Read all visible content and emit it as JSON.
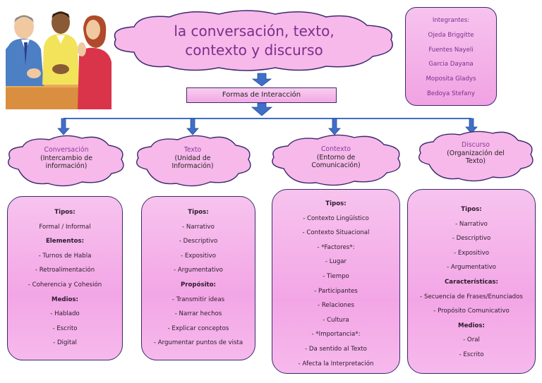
{
  "title": "la conversación, texto,\ncontexto y discurso",
  "title_lines": [
    "la conversación, texto,",
    "contexto y discurso"
  ],
  "formas": "Formas de Interacción",
  "members": {
    "heading": "Integrantes:",
    "names": [
      "Ojeda Briggitte",
      "Fuentes Nayeli",
      "Garcia Dayana",
      "Moposita Gladys",
      "Bedoya Stefany"
    ]
  },
  "nodes": [
    {
      "name": "Conversación",
      "desc": [
        "(Intercambio de",
        "información)"
      ],
      "lines": [
        {
          "t": "Tipos:",
          "h": true
        },
        {
          "t": "Formal / Informal"
        },
        {
          "t": "Elementos:",
          "h": true
        },
        {
          "t": "- Turnos de Habla"
        },
        {
          "t": "- Retroalimentación"
        },
        {
          "t": "- Coherencia y Cohesión"
        },
        {
          "t": "Medios:",
          "h": true
        },
        {
          "t": "- Hablado"
        },
        {
          "t": "- Escrito"
        },
        {
          "t": "- Digital"
        }
      ]
    },
    {
      "name": "Texto",
      "desc": [
        "(Unidad de",
        "Información)"
      ],
      "lines": [
        {
          "t": "Tipos:",
          "h": true
        },
        {
          "t": "- Narrativo"
        },
        {
          "t": "- Descriptivo"
        },
        {
          "t": "- Expositivo"
        },
        {
          "t": "- Argumentativo"
        },
        {
          "t": "Propósito:",
          "h": true
        },
        {
          "t": "- Transmitir ideas"
        },
        {
          "t": "- Narrar hechos"
        },
        {
          "t": "- Explicar conceptos"
        },
        {
          "t": "- Argumentar puntos de vista"
        }
      ]
    },
    {
      "name": "Contexto",
      "desc": [
        "(Entorno de",
        "Comunicación)"
      ],
      "lines": [
        {
          "t": "Tipos:",
          "h": true
        },
        {
          "t": "- Contexto Lingüístico"
        },
        {
          "t": "- Contexto Situacional"
        },
        {
          "t": "- *Factores*:"
        },
        {
          "t": "- Lugar"
        },
        {
          "t": "- Tiempo"
        },
        {
          "t": "- Participantes"
        },
        {
          "t": "- Relaciones"
        },
        {
          "t": "- Cultura"
        },
        {
          "t": "- *Importancia*:"
        },
        {
          "t": "- Da sentido al Texto"
        },
        {
          "t": "- Afecta la Interpretación"
        }
      ]
    },
    {
      "name": "Discurso",
      "desc": [
        "(Organización del",
        "Texto)"
      ],
      "lines": [
        {
          "t": "Tipos:",
          "h": true
        },
        {
          "t": "- Narrativo"
        },
        {
          "t": "- Descriptivo"
        },
        {
          "t": "- Expositivo"
        },
        {
          "t": "- Argumentativo"
        },
        {
          "t": "Características:",
          "h": true
        },
        {
          "t": "- Secuencia de Frases/Enunciados"
        },
        {
          "t": "- Propósito Comunicativo"
        },
        {
          "t": "Medios:",
          "h": true
        },
        {
          "t": "- Oral"
        },
        {
          "t": "- Escrito"
        }
      ]
    }
  ],
  "colors": {
    "cloud_fill": "#f7b8ea",
    "cloud_stroke": "#3a2a6e",
    "title_text": "#7a2f8a",
    "node_name": "#8a3aa0",
    "arrow": "#3f6fc8"
  }
}
